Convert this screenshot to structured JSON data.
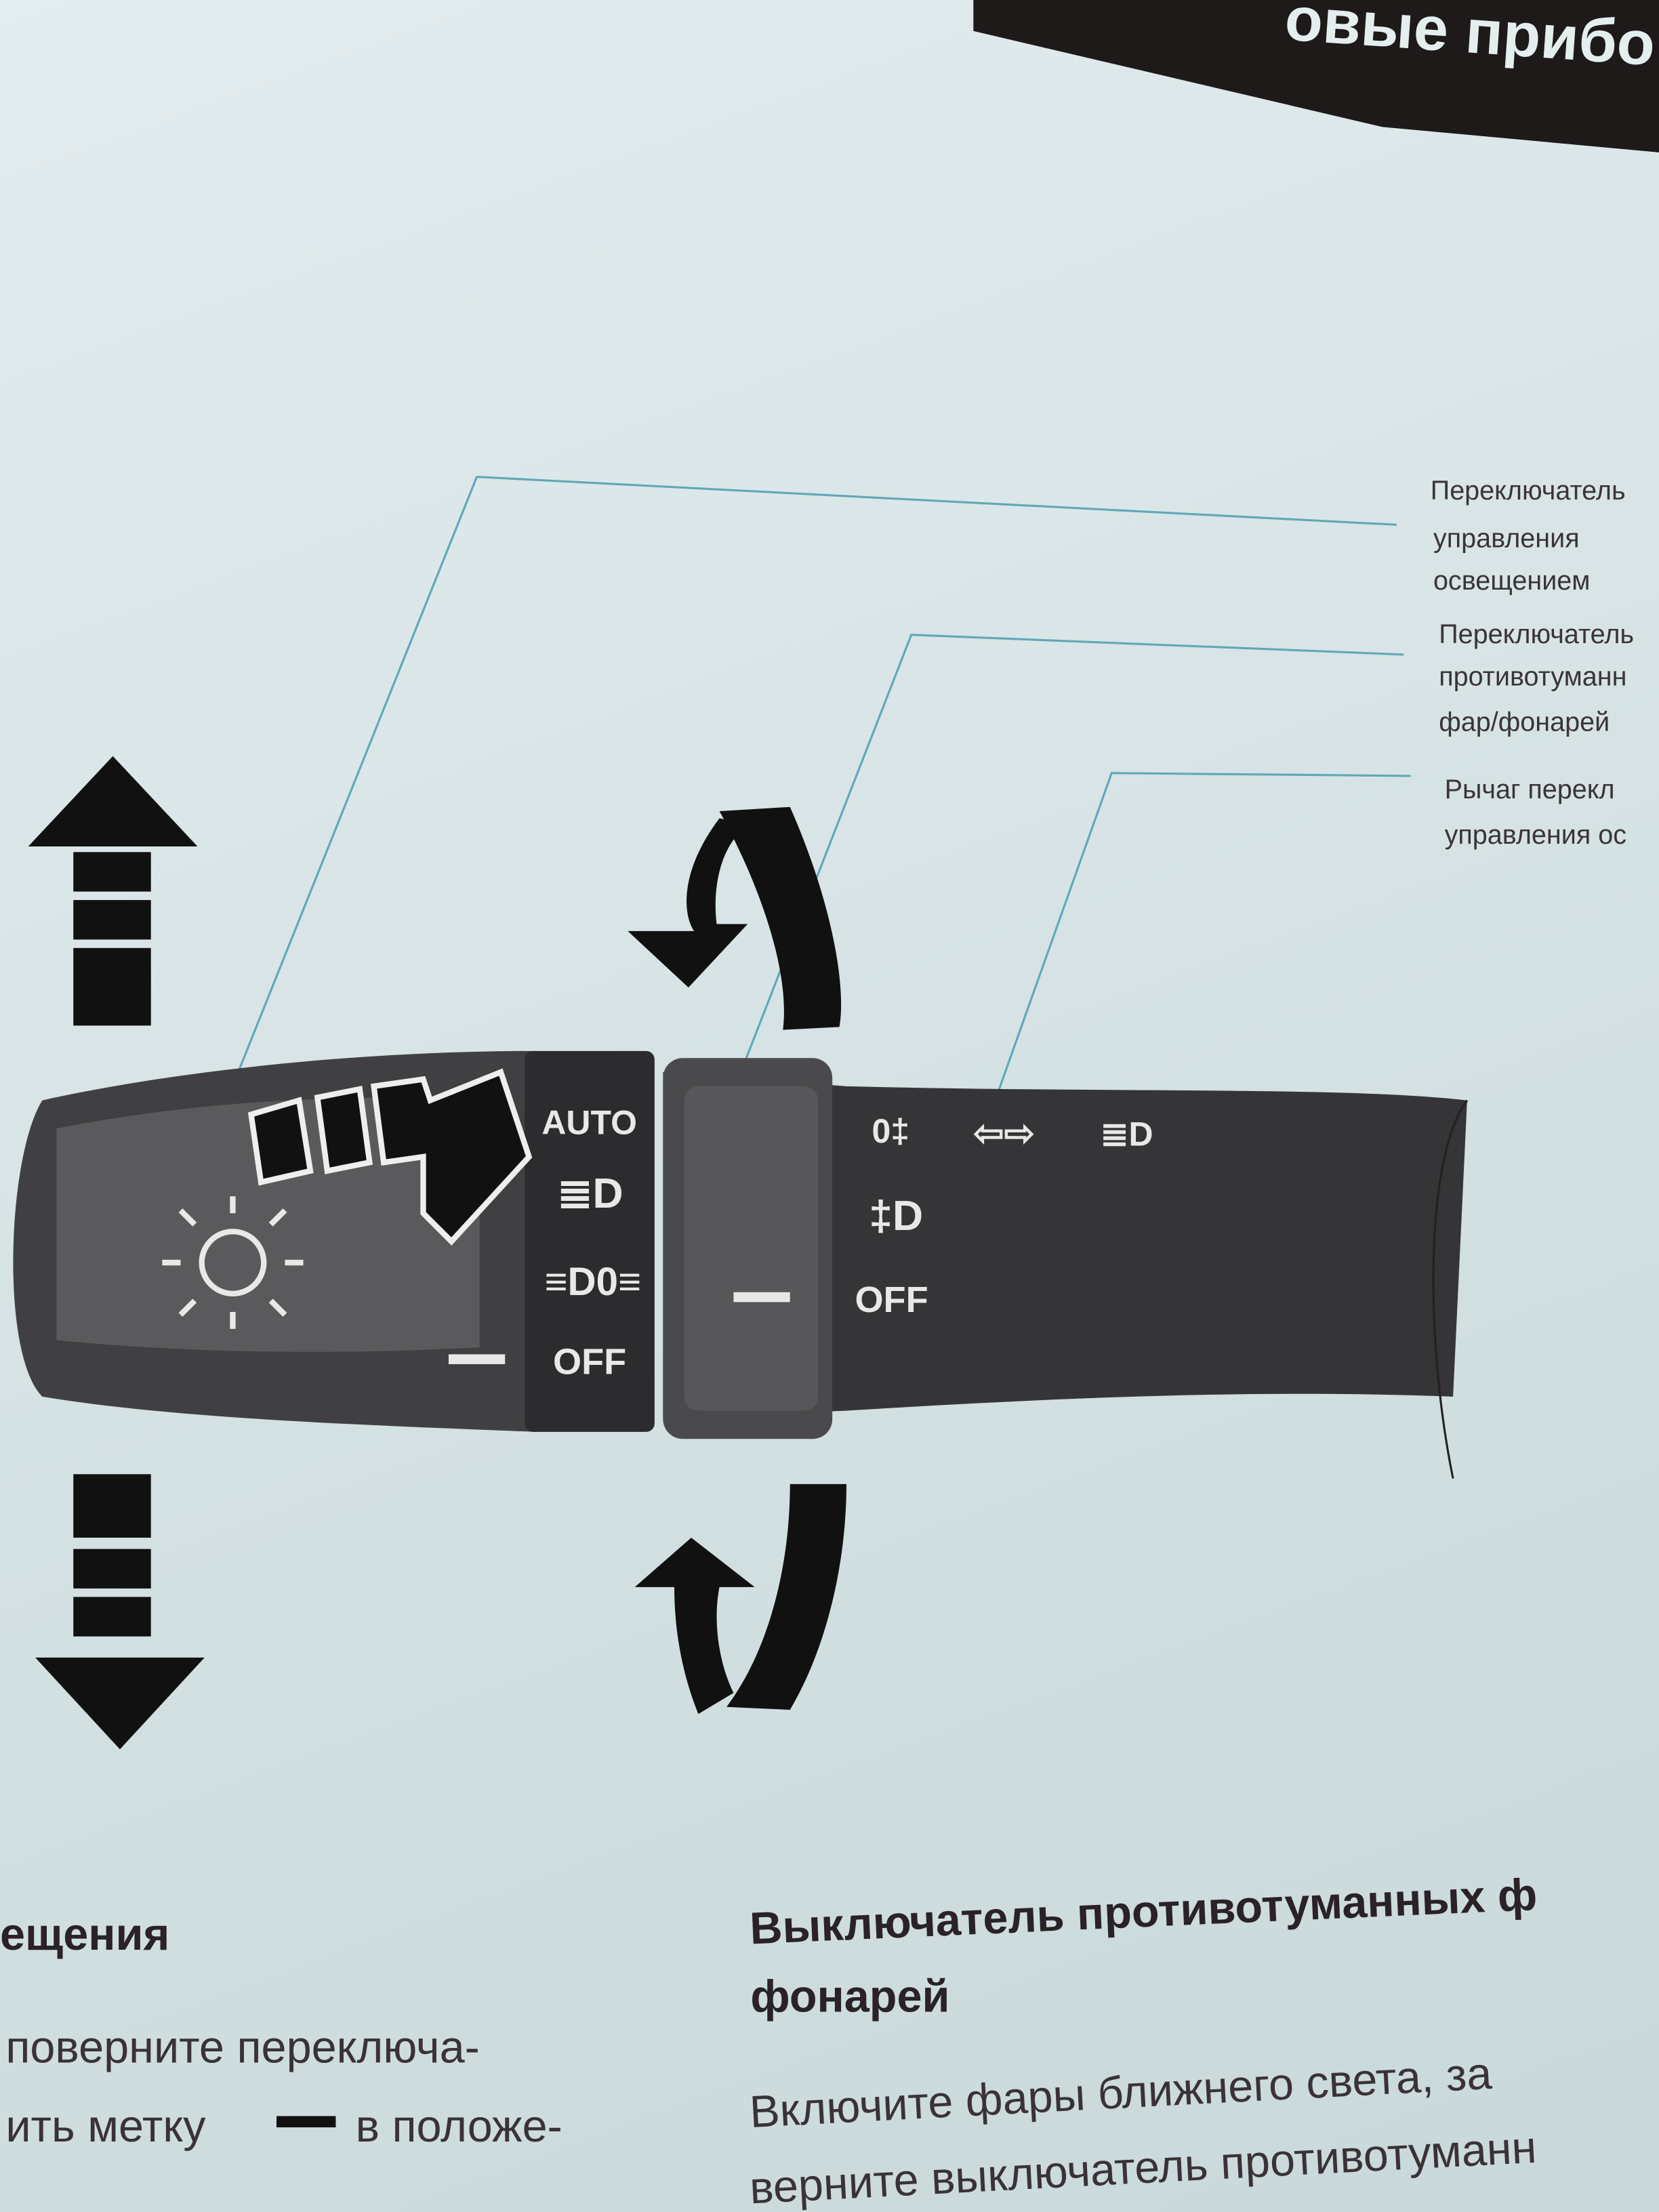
{
  "header": {
    "title_fragment": "овые прибо"
  },
  "callouts": [
    {
      "lines": [
        "Переключатель",
        "управления",
        "освещением"
      ]
    },
    {
      "lines": [
        "Переключатель",
        "противотуманн",
        "фар/фонарей"
      ]
    },
    {
      "lines": [
        "Рычаг перекл",
        "управления ос"
      ]
    }
  ],
  "lever": {
    "light_positions": [
      "AUTO",
      "OFF"
    ],
    "fog_positions": [
      "OFF"
    ],
    "mark": "—"
  },
  "left_section": {
    "heading_fragment": "ещения",
    "lines": [
      "поверните переключа-",
      "ить метку",
      "в положе-"
    ],
    "inline_mark": "—"
  },
  "right_section": {
    "heading_lines": [
      "Выключатель противотуманных ф",
      "фонарей"
    ],
    "lines": [
      "Включите фары ближнего света, за",
      "верните выключатель противотуманн"
    ]
  },
  "colors": {
    "leader_line": "#5fa8b8",
    "lever": "#3a3a3c",
    "header_band": "#1e1a1a"
  }
}
